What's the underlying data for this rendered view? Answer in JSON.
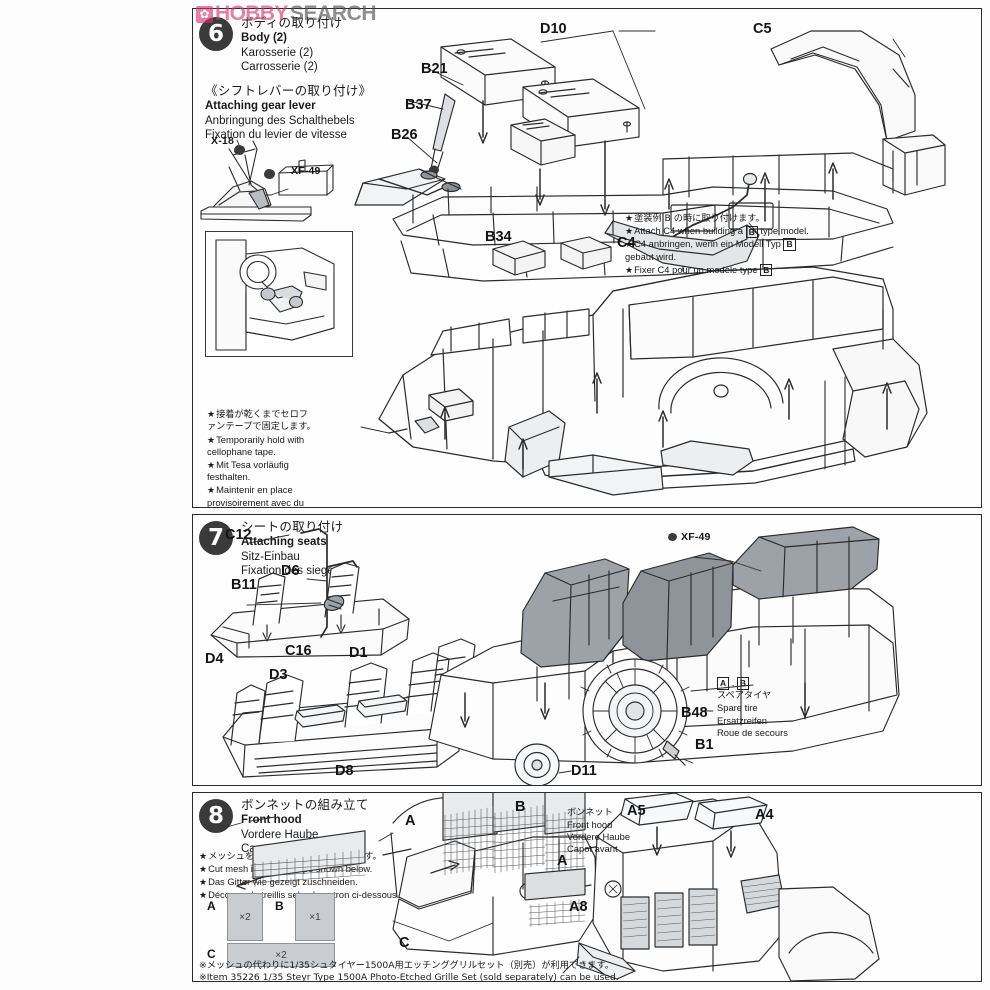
{
  "watermark": {
    "logo": "✿",
    "brand": "HOBBY",
    "suffix": "SEARCH"
  },
  "steps": [
    {
      "number": "6",
      "title_jp": "ボディの取り付け",
      "title_en": "Body (2)",
      "title_de": "Karosserie (2)",
      "title_fr": "Carrosserie (2)",
      "sub": {
        "title_jp": "《シフトレバーの取り付け》",
        "title_en": "Attaching gear lever",
        "title_de": "Anbringung des Schalthebels",
        "title_fr": "Fixation du levier de vitesse",
        "paints": [
          "X-18",
          "XF-49"
        ]
      },
      "parts": [
        "D10",
        "B21",
        "B37",
        "B26",
        "B34",
        "C4",
        "C5"
      ],
      "note_tape": {
        "jp1": "接着が乾くまでセロフ",
        "jp2": "ァンテープで固定します。",
        "en": "Temporarily hold with cellophane tape.",
        "de": "Mit Tesa vorläufig festhalten.",
        "fr": "Maintenir en place provisoirement avec du ruban adhésif."
      },
      "note_c4": {
        "jp": "塗装例 B の時に取り付けます。",
        "en1": "Attach C4 when building a",
        "en2": "type model.",
        "de1": "C4 anbringen, wenn ein Modell Typ",
        "de2": "gebaut wird.",
        "fr": "Fixer C4 pour un modèle type",
        "typebox": "B"
      }
    },
    {
      "number": "7",
      "title_jp": "シートの取り付け",
      "title_en": "Attaching seats",
      "title_de": "Sitz-Einbau",
      "title_fr": "Fixation des sieges",
      "parts": [
        "D6",
        "C16",
        "D4",
        "D3",
        "D1",
        "D8",
        "C12",
        "B11",
        "B48",
        "B1",
        "D11"
      ],
      "paints": [
        "XF-49"
      ],
      "spare_tire": {
        "types": [
          "A",
          "B"
        ],
        "jp": "スペアタイヤ",
        "en": "Spare tire",
        "de": "Ersatzreifen",
        "fr": "Roue de secours"
      }
    },
    {
      "number": "8",
      "title_jp": "ボンネットの組み立て",
      "title_en": "Front hood",
      "title_de": "Vordere Haube",
      "title_fr": "Capot avant",
      "notes": {
        "jp": "メッシュを下図の大ささに切り出します。",
        "en": "Cut mesh into size/shape shown below.",
        "de": "Das Gitter wie gezeigt zuschneiden.",
        "fr": "Découper le treillis selon le patron ci-dessous."
      },
      "hood_label": {
        "jp": "ボンネット",
        "en": "Front hood",
        "de": "Vordere Haube",
        "fr": "Capot avant"
      },
      "mesh_table": [
        {
          "id": "A",
          "qty": "×2"
        },
        {
          "id": "B",
          "qty": "×1"
        },
        {
          "id": "C",
          "qty": "×2"
        }
      ],
      "mesh_callouts": [
        "A",
        "B",
        "C"
      ],
      "parts": [
        "A5",
        "A4",
        "A",
        "A8"
      ],
      "footnote_jp": "※メッシュの代わりに1/35シュタイヤー1500A用エッチンググリルセット（別売）が利用できます。",
      "footnote_en": "※Item 35226 1/35 Steyr Type 1500A Photo-Etched Grille Set (sold separately) can be used."
    }
  ],
  "colors": {
    "ink": "#2b2b2b",
    "shade": "#8f949b",
    "mesh": "#c9cdd2",
    "brand": "#d6336c"
  }
}
